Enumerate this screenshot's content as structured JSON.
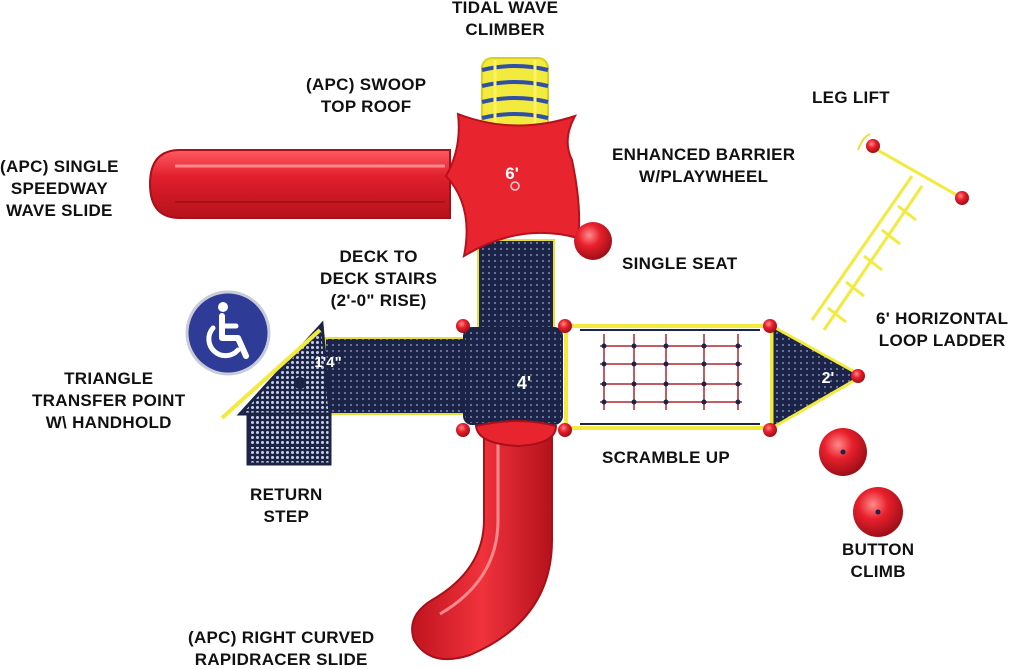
{
  "components": {
    "tidal_wave_climber": [
      "TIDAL WAVE",
      "CLIMBER"
    ],
    "swoop_top_roof": [
      "(APC) SWOOP",
      "TOP ROOF"
    ],
    "leg_lift": [
      "LEG LIFT"
    ],
    "single_speedway_wave_slide": [
      "(APC) SINGLE",
      "SPEEDWAY",
      "WAVE SLIDE"
    ],
    "enhanced_barrier": [
      "ENHANCED BARRIER",
      "W/PLAYWHEEL"
    ],
    "deck_to_deck_stairs": [
      "DECK TO",
      "DECK STAIRS",
      "(2'-0\" RISE)"
    ],
    "single_seat": [
      "SINGLE SEAT"
    ],
    "horizontal_loop_ladder": [
      "6' HORIZONTAL",
      "LOOP LADDER"
    ],
    "triangle_transfer_point": [
      "TRIANGLE",
      "TRANSFER POINT",
      "W\\ HANDHOLD"
    ],
    "scramble_up": [
      "SCRAMBLE UP"
    ],
    "return_step": [
      "RETURN",
      "STEP"
    ],
    "button_climb": [
      "BUTTON",
      "CLIMB"
    ],
    "right_curved_rapidracer_slide": [
      "(APC) RIGHT CURVED",
      "RAPIDRACER SLIDE"
    ]
  },
  "deck_heights": {
    "main_deck": "4'",
    "roof_deck": "6'",
    "triangle_deck": "2'",
    "transfer_point": "1'4\""
  },
  "icons": {
    "accessibility": "wheelchair-icon"
  },
  "colors": {
    "deck_navy": "#1b2447",
    "slide_red": "#e01e2b",
    "rail_yellow": "#f2ea3c",
    "accessibility_blue": "#2e3b97"
  }
}
